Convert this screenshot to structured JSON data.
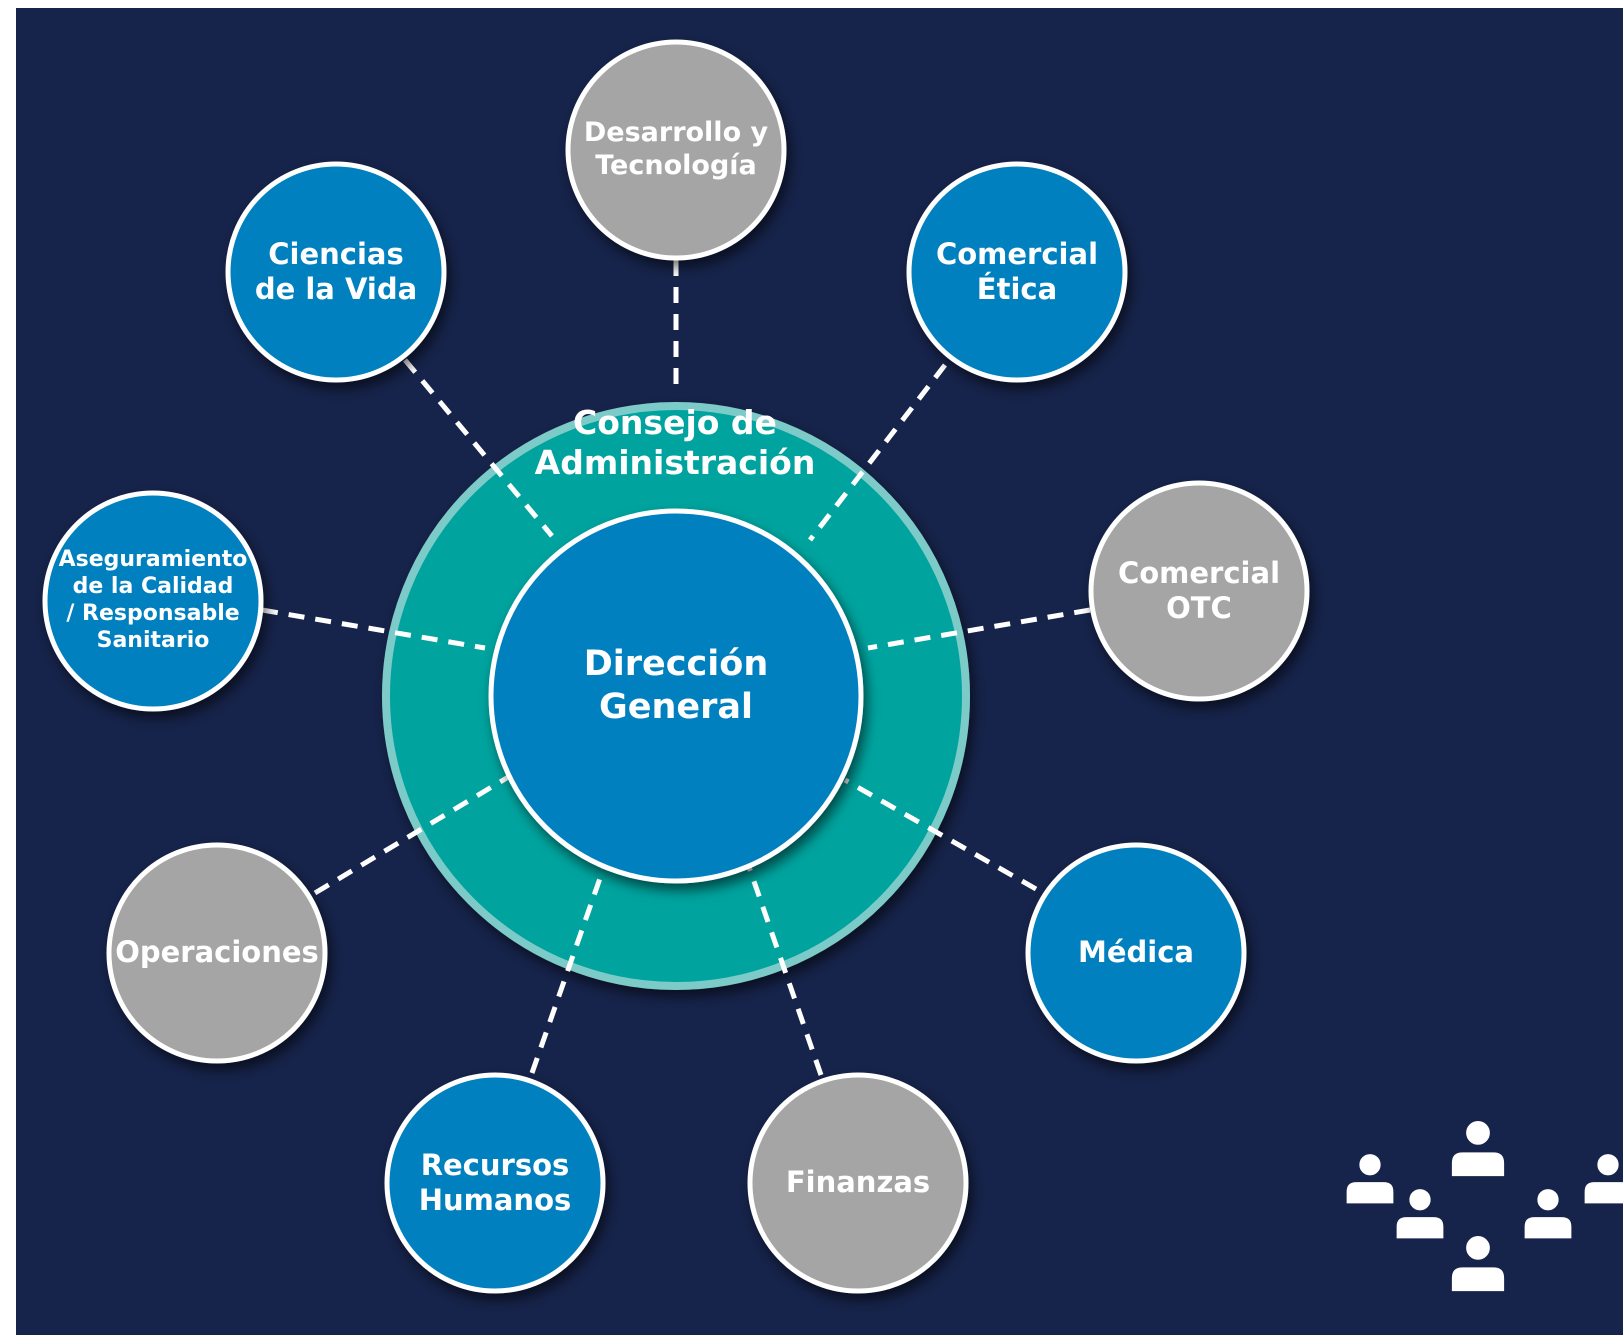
{
  "colors": {
    "background": "#16234a",
    "blue_node": "#0580bf",
    "gray_node": "#a5a5a5",
    "ring": "#00a39e",
    "connector": "#ffffff",
    "text": "#ffffff"
  },
  "center": {
    "inner_label": "Dirección\nGeneral",
    "ring_label": "Consejo de\nAdministración"
  },
  "nodes": [
    {
      "id": "desarrollo-tecnologia",
      "label": "Desarrollo y\nTecnología",
      "color": "gray"
    },
    {
      "id": "comercial-etica",
      "label": "Comercial\nÉtica",
      "color": "blue"
    },
    {
      "id": "comercial-otc",
      "label": "Comercial\nOTC",
      "color": "gray"
    },
    {
      "id": "medica",
      "label": "Médica",
      "color": "blue"
    },
    {
      "id": "finanzas",
      "label": "Finanzas",
      "color": "gray"
    },
    {
      "id": "recursos-humanos",
      "label": "Recursos\nHumanos",
      "color": "blue"
    },
    {
      "id": "operaciones",
      "label": "Operaciones",
      "color": "gray"
    },
    {
      "id": "aseguramiento-calidad",
      "label": "Aseguramiento\nde la Calidad\n/ Responsable\nSanitario",
      "color": "blue"
    },
    {
      "id": "ciencias-vida",
      "label": "Ciencias\nde la Vida",
      "color": "blue"
    }
  ],
  "icons": {
    "corner": "people-group-icon"
  }
}
